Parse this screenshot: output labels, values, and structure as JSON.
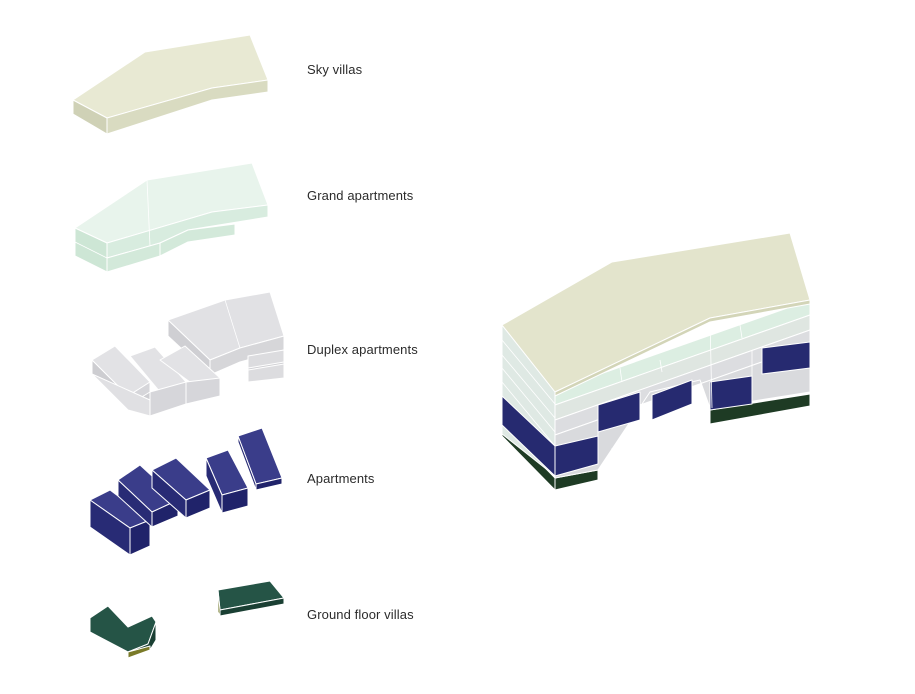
{
  "layers": [
    {
      "id": "sky-villas",
      "label": "Sky villas",
      "color": "#e3e4cc"
    },
    {
      "id": "grand-apartments",
      "label": "Grand apartments",
      "color": "#dcefe1"
    },
    {
      "id": "duplex-apartments",
      "label": "Duplex apartments",
      "color": "#d9d9dc"
    },
    {
      "id": "apartments",
      "label": "Apartments",
      "color": "#272a72"
    },
    {
      "id": "ground-floor-villas",
      "label": "Ground floor villas",
      "color": "#1f4538"
    }
  ]
}
